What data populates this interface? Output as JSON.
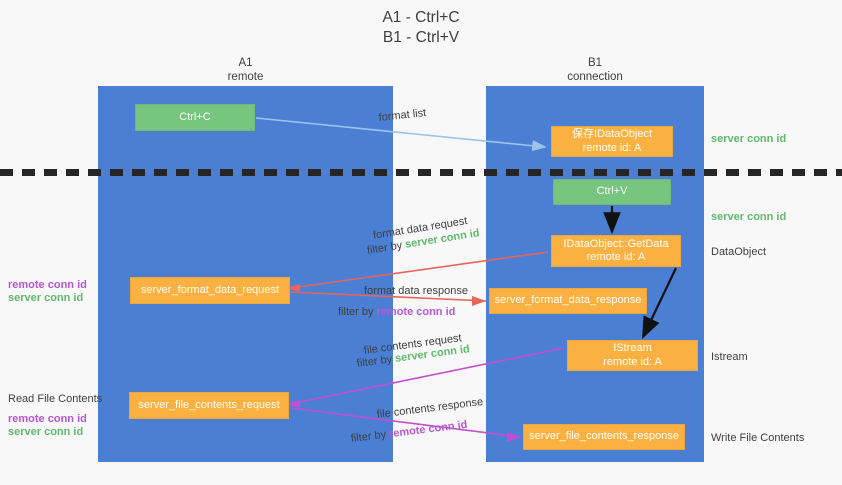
{
  "title": "A1 - Ctrl+C\nB1 - Ctrl+V",
  "columns": {
    "a1": {
      "name": "A1",
      "role": "remote",
      "header": "A1\nremote",
      "color": "#4a7fd4"
    },
    "b1": {
      "name": "B1",
      "role": "connection",
      "header": "B1\nconnection",
      "color": "#4a7fd4"
    }
  },
  "colors": {
    "column_blue": "#4a7fd4",
    "node_green": "#77c680",
    "node_orange": "#fbb142",
    "server_conn_green": "#5fba6b",
    "remote_conn_purple": "#b657d8",
    "arrow_red": "#e8645a",
    "arrow_purple": "#c44ed0",
    "arrow_lightblue": "#9dc3ec",
    "arrow_black": "#111111",
    "dash_black": "#262626",
    "background": "#f8f8f8"
  },
  "nodes": {
    "ctrl_c": {
      "label": "Ctrl+C",
      "style": "green"
    },
    "save_dataobject": {
      "label": "保存IDataObject\nremote id: A",
      "style": "orange"
    },
    "ctrl_v": {
      "label": "Ctrl+V",
      "style": "green"
    },
    "getdata": {
      "label": "IDataObject::GetData\nremote id: A",
      "style": "orange"
    },
    "server_format_data_request": {
      "label": "server_format_data_request",
      "style": "orange"
    },
    "server_format_data_response": {
      "label": "server_format_data_response",
      "style": "orange"
    },
    "istream": {
      "label": "IStream\nremote id: A",
      "style": "orange"
    },
    "server_file_contents_request": {
      "label": "server_file_contents_request",
      "style": "orange"
    },
    "server_file_contents_response": {
      "label": "server_file_contents_response",
      "style": "orange"
    }
  },
  "edge_labels": {
    "format_list": "format list",
    "format_data_request": "format data request",
    "format_data_request_filter_prefix": "filter by ",
    "format_data_request_filter_value": "server conn id",
    "format_data_response": "format data response",
    "format_data_response_filter_prefix": "filter by ",
    "format_data_response_filter_value": "remote conn id",
    "file_contents_request": "file contents request",
    "file_contents_request_filter_prefix": "filter by ",
    "file_contents_request_filter_value": "server conn id",
    "file_contents_response": "file contents response",
    "file_contents_response_filter_prefix": "filter by ",
    "file_contents_response_filter_value": "remote conn id"
  },
  "right_annotations": {
    "server_conn_id_top": "server conn id",
    "server_conn_id_mid": "server conn id",
    "dataobject": "DataObject",
    "istream": "Istream",
    "write_file_contents": "Write File Contents"
  },
  "left_annotations": {
    "format_remote_conn_id": "remote conn id",
    "format_server_conn_id": "server conn id",
    "read_file_contents": "Read File Contents",
    "file_remote_conn_id": "remote conn id",
    "file_server_conn_id": "server conn id"
  }
}
